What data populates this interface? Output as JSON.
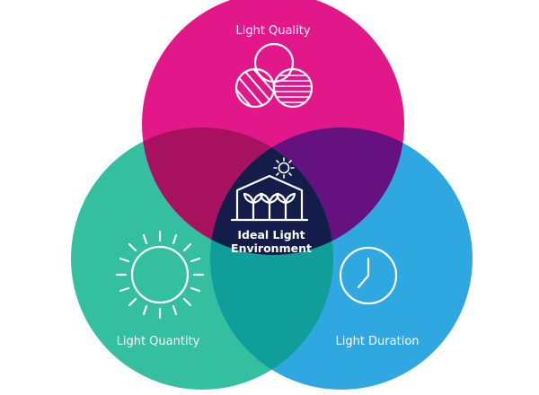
{
  "diagram": {
    "labels": {
      "top": "Light Quality",
      "left": "Light Quantity",
      "right": "Light Duration",
      "center_line1": "Ideal Light",
      "center_line2": "Environment"
    },
    "icons": {
      "top": "overlapping-circles-icon",
      "left": "sun-icon",
      "right": "clock-icon",
      "center": "greenhouse-icon",
      "center_sun": "small-sun-icon"
    },
    "colors": {
      "top_circle": "#e2188a",
      "left_circle": "#35bfa1",
      "right_circle": "#2fa8e2",
      "top_left_overlap": "#a81160",
      "top_right_overlap": "#65117f",
      "left_right_overlap": "#0f9e9a",
      "center": "#141d4a",
      "icon_stroke": "#ffffff"
    }
  }
}
